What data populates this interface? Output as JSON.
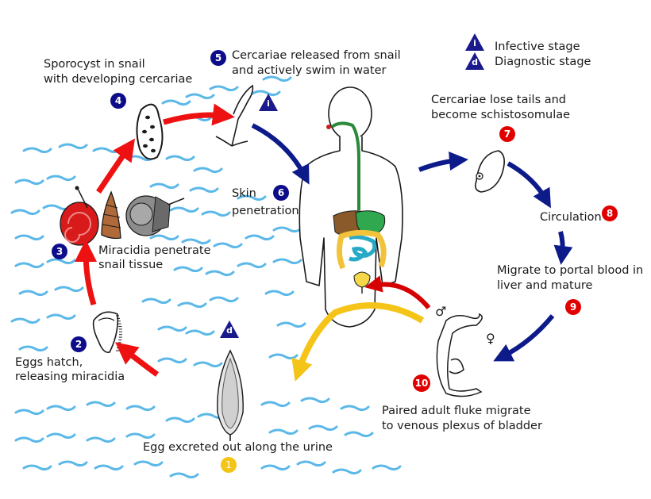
{
  "legend": {
    "infective_symbol": "i",
    "infective_label": "Infective stage",
    "diagnostic_symbol": "d",
    "diagnostic_label": "Diagnostic stage"
  },
  "stages": [
    {
      "number": "1",
      "line1": "Egg excreted out along the urine",
      "line2": ""
    },
    {
      "number": "2",
      "line1": "Eggs hatch,",
      "line2": "releasing miracidia"
    },
    {
      "number": "3",
      "line1": "Miracidia penetrate",
      "line2": "snail tissue"
    },
    {
      "number": "4",
      "line1": "Sporocyst in snail",
      "line2": "with developing cercariae"
    },
    {
      "number": "5",
      "line1": "Cercariae released from snail",
      "line2": "and actively swim in water"
    },
    {
      "number": "6",
      "line1": "Skin",
      "line2": "penetration"
    },
    {
      "number": "7",
      "line1": "Cercariae lose tails and",
      "line2": "become schistosomulae"
    },
    {
      "number": "8",
      "line1": "Circulation",
      "line2": ""
    },
    {
      "number": "9",
      "line1": "Migrate to portal blood in",
      "line2": "liver and mature"
    },
    {
      "number": "10",
      "line1": "Paired adult fluke migrate",
      "line2": "to venous plexus of bladder"
    }
  ],
  "sex_symbols": {
    "male": "♂",
    "female": "♀"
  },
  "colors": {
    "water": "#5bb8e8",
    "stage_blue": "#0d0d8a",
    "stage_red": "#e00000",
    "stage_yellow": "#f5c418",
    "arrow_red": "#ee1111",
    "arrow_navy": "#0d1a8a",
    "arrow_yellow": "#f5c418"
  }
}
